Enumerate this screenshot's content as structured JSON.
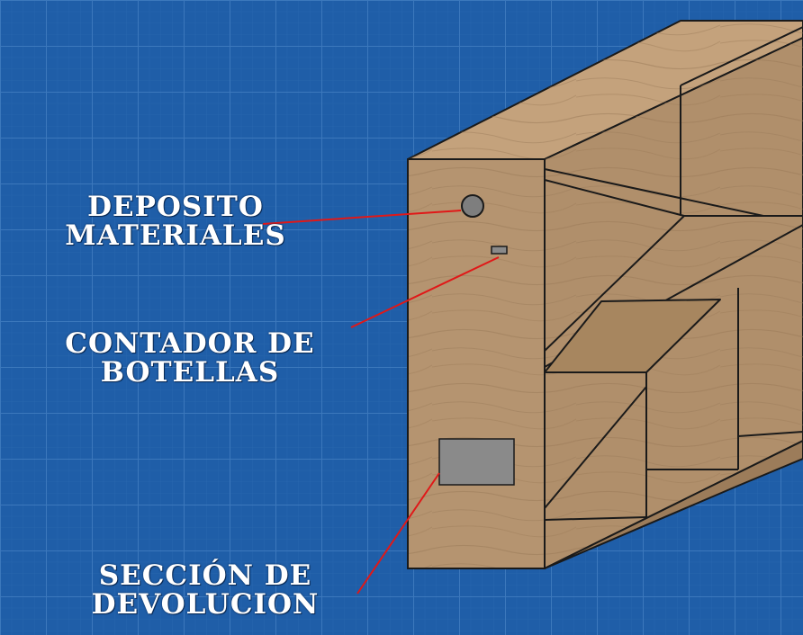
{
  "labels": {
    "deposito": {
      "line1": "DEPOSITO",
      "line2": "MATERIALES"
    },
    "contador": {
      "line1": "CONTADOR DE",
      "line2": "BOTELLAS"
    },
    "seccion": {
      "line1": "SECCIÓN DE",
      "line2": "DEVOLUCION"
    }
  },
  "colors": {
    "background": "#1f5ea8",
    "grid": "#3f7cc0",
    "wood": "#b08f6b",
    "wood_dark": "#9c7c5a",
    "wood_light": "#c4a27c",
    "outline": "#1a1a1a",
    "leader_line": "#e01818",
    "slot_gray": "#8a8a8a",
    "label_text": "#ffffff"
  }
}
